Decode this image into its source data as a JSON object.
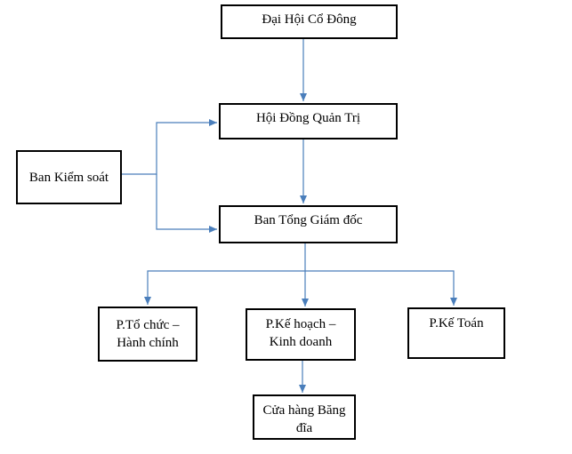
{
  "chart_data": {
    "type": "org-chart",
    "nodes": [
      {
        "id": "dhcd",
        "label": "Đại Hội Cổ Đông"
      },
      {
        "id": "hdqt",
        "label": "Hội Đồng Quản Trị"
      },
      {
        "id": "bks",
        "label": "Ban Kiểm soát"
      },
      {
        "id": "btgd",
        "label": "Ban Tổng Giám đốc"
      },
      {
        "id": "ptc",
        "label_lines": [
          "P.Tổ chức –",
          "Hành chính"
        ]
      },
      {
        "id": "pkh",
        "label_lines": [
          "P.Kế hoạch –",
          "Kinh doanh"
        ]
      },
      {
        "id": "pkt",
        "label": "P.Kế Toán"
      },
      {
        "id": "ch",
        "label_lines": [
          "Cửa hàng Băng",
          "đĩa"
        ]
      }
    ],
    "edges": [
      {
        "from": "dhcd",
        "to": "hdqt"
      },
      {
        "from": "hdqt",
        "to": "btgd"
      },
      {
        "from": "bks",
        "to": "hdqt"
      },
      {
        "from": "bks",
        "to": "btgd"
      },
      {
        "from": "btgd",
        "to": "ptc"
      },
      {
        "from": "btgd",
        "to": "pkh"
      },
      {
        "from": "btgd",
        "to": "pkt"
      },
      {
        "from": "pkh",
        "to": "ch"
      }
    ]
  },
  "colors": {
    "box_border": "#000000",
    "connector": "#4a7ebb"
  }
}
